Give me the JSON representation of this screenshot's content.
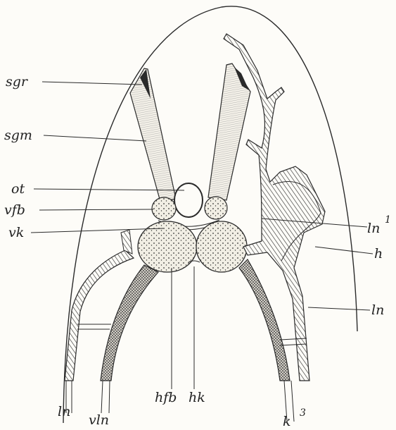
{
  "labels": {
    "sgr": "sgr",
    "sgm": "sgm",
    "ot": "ot",
    "vfb": "vfb",
    "vk": "vk",
    "ln1": "ln",
    "ln1_sup": "1",
    "h": "h",
    "ln_right": "ln",
    "ln_bottom": "ln",
    "vln": "vln",
    "hfb": "hfb",
    "hk": "hk",
    "k3": "k",
    "k3_sup": "3"
  }
}
